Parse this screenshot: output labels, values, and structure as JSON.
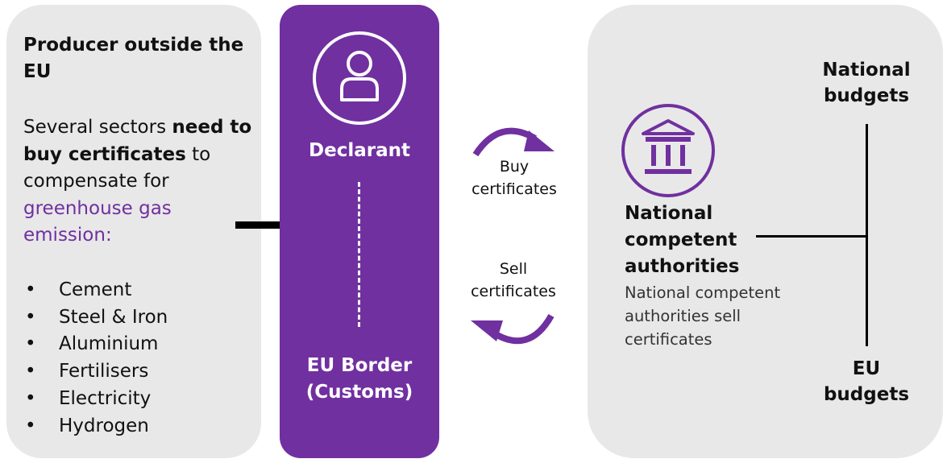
{
  "colors": {
    "purple": "#7030a0",
    "panel_gray": "#e8e8e8",
    "text": "#111111"
  },
  "producer": {
    "title": "Producer outside the EU",
    "desc_part1": "Several sectors ",
    "desc_bold": "need to buy certificates",
    "desc_part2": " to compensate for ",
    "desc_accent": "greenhouse gas emission:",
    "sectors": [
      "Cement",
      "Steel & Iron",
      "Aluminium",
      "Fertilisers",
      "Electricity",
      "Hydrogen"
    ]
  },
  "center": {
    "declarant_label": "Declarant",
    "border_label_line1": "EU Border",
    "border_label_line2": "(Customs)"
  },
  "flows": {
    "buy_line1": "Buy",
    "buy_line2": "certificates",
    "sell_line1": "Sell",
    "sell_line2": "certificates"
  },
  "authority": {
    "title": "National competent authorities",
    "desc": "National competent authorities sell certificates"
  },
  "budgets": {
    "national_line1": "National",
    "national_line2": "budgets",
    "eu_line1": "EU",
    "eu_line2": "budgets"
  },
  "icons": {
    "declarant": "person-icon",
    "authority": "government-building-icon",
    "producer_arrow": "arrow-right-icon",
    "buy_cycle": "curved-arrow-right-icon",
    "sell_cycle": "curved-arrow-left-icon"
  }
}
